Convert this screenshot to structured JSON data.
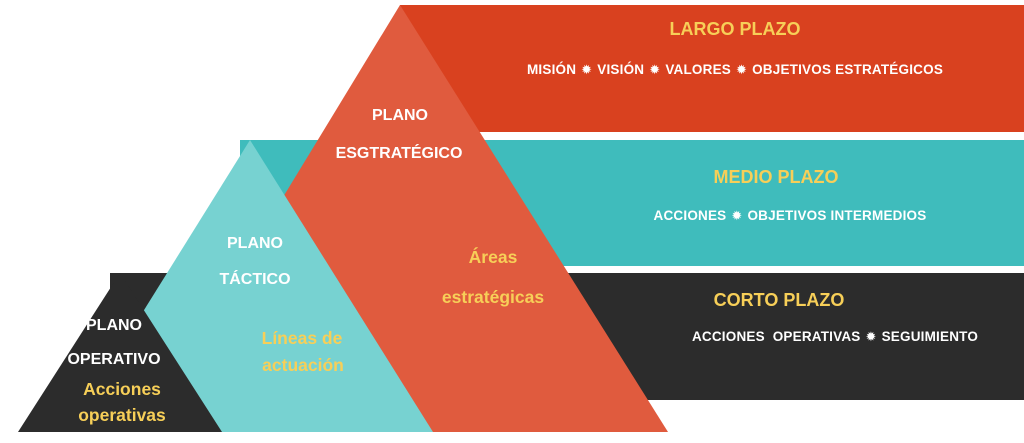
{
  "colors": {
    "red": "#d9411f",
    "red_triangle": "#e05b3e",
    "teal": "#3fbcbc",
    "teal_triangle": "#77d2d1",
    "dark": "#2c2c2c",
    "white_text": "#ffffff",
    "yellow_text": "#f7cf58"
  },
  "separator_icon": "asterisk-star-icon",
  "separator_glyph": "✹",
  "bands": [
    {
      "title": "LARGO PLAZO",
      "items": [
        "MISIÓN",
        "VISIÓN",
        "VALORES",
        "OBJETIVOS ESTRATÉGICOS"
      ]
    },
    {
      "title": "MEDIO PLAZO",
      "items": [
        "ACCIONES",
        "OBJETIVOS INTERMEDIOS"
      ]
    },
    {
      "title": "CORTO PLAZO",
      "items": [
        "ACCIONES  OPERATIVAS",
        "SEGUIMIENTO"
      ]
    }
  ],
  "pyramids": [
    {
      "name_line1": "PLANO",
      "name_line2": "ESGTRATÉGICO",
      "sub_line1": "Áreas",
      "sub_line2": "estratégicas"
    },
    {
      "name_line1": "PLANO",
      "name_line2": "TÁCTICO",
      "sub_line1": "Líneas de",
      "sub_line2": "actuación"
    },
    {
      "name_line1": "PLANO",
      "name_line2": "OPERATIVO",
      "sub_line1": "Acciones",
      "sub_line2": "operativas"
    }
  ]
}
